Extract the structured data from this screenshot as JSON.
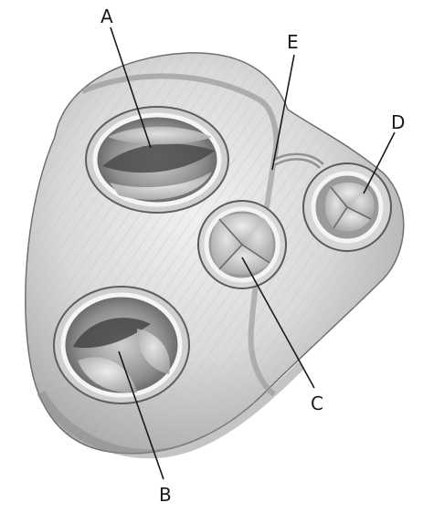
{
  "labels": {
    "a": "A",
    "b": "B",
    "c": "C",
    "d": "D",
    "e": "E"
  }
}
